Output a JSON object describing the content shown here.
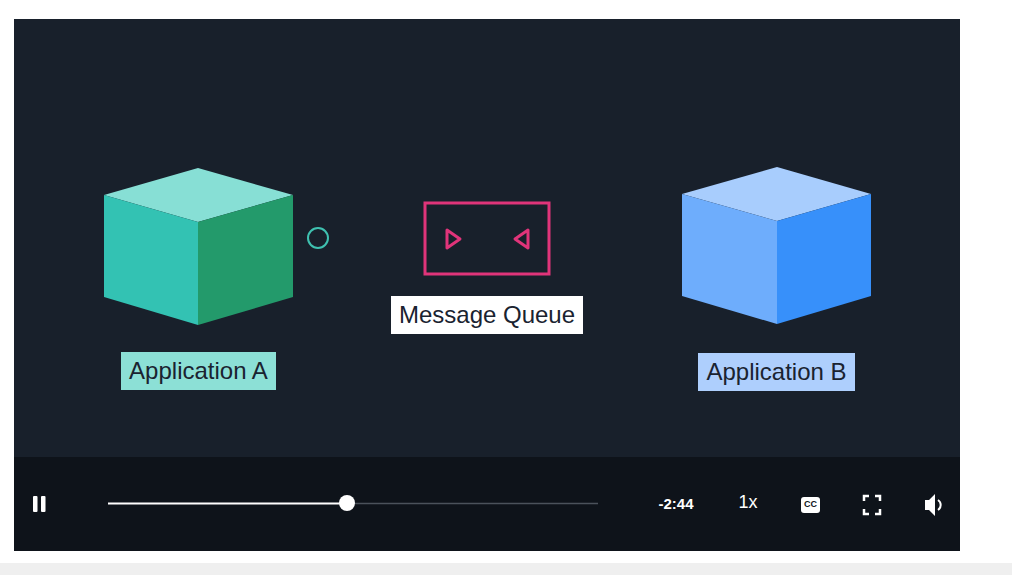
{
  "diagram": {
    "nodes": [
      {
        "text": [
          "Application A"
        ]
      },
      {
        "text": [
          "Message Queue"
        ]
      },
      {
        "text": [
          "Application B"
        ]
      }
    ],
    "labels": [
      "-2:44",
      "1x",
      "CC"
    ]
  }
}
